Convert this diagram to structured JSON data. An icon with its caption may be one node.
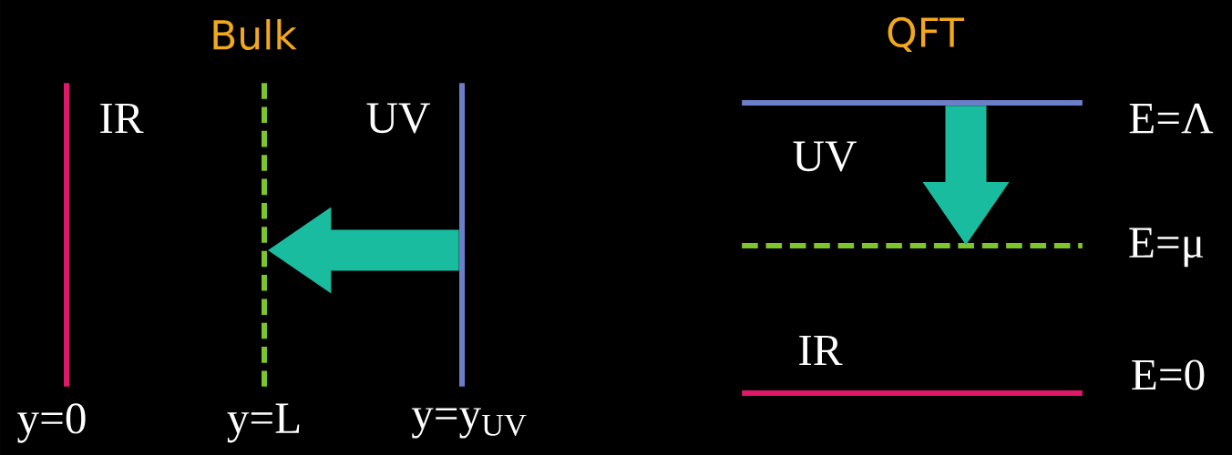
{
  "diagram": {
    "nodes": [
      {
        "text": [],
        "shape": "bar",
        "beside": [
          "IR",
          "y=0"
        ]
      },
      {
        "text": [],
        "shape": "bar",
        "beside": [
          "y=L"
        ]
      },
      {
        "text": [],
        "shape": "bar",
        "beside": [
          "UV",
          "y=y$_{UV}$"
        ]
      },
      {
        "text": [],
        "shape": "bar",
        "beside": [
          "E=Λ",
          "UV"
        ]
      },
      {
        "text": [],
        "shape": "bar",
        "beside": [
          "E=μ"
        ]
      },
      {
        "text": [],
        "shape": "bar",
        "beside": [
          "IR",
          "E=0"
        ]
      }
    ],
    "edges": [
      {
        "from": 2,
        "to": 1,
        "arrow": "to",
        "color": "#1abc9f"
      },
      {
        "from": 3,
        "to": 4,
        "arrow": "to",
        "color": "#1abc9f"
      }
    ],
    "labels": [
      "Bulk",
      "QFT"
    ]
  }
}
